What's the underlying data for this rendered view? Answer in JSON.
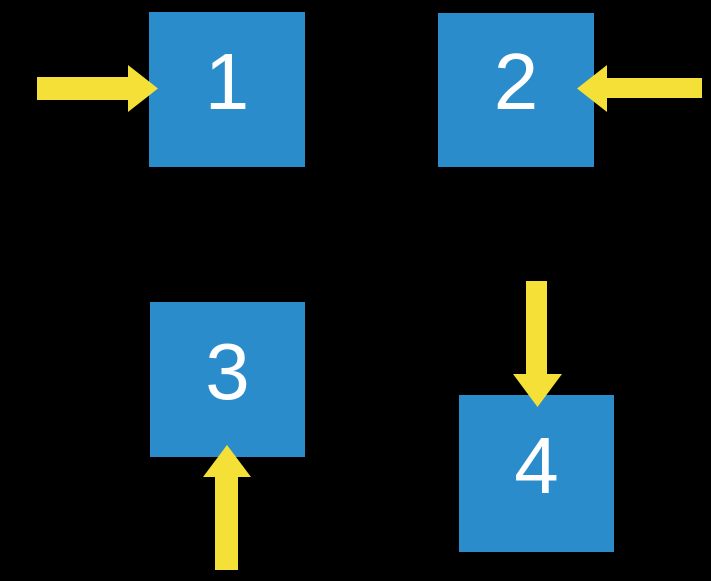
{
  "colors": {
    "background": "#000000",
    "square_fill": "#2B8CCB",
    "square_text": "#FFFFFF",
    "arrow_fill": "#F4E036"
  },
  "squares": [
    {
      "label": "1"
    },
    {
      "label": "2"
    },
    {
      "label": "3"
    },
    {
      "label": "4"
    }
  ],
  "arrows": [
    {
      "icon": "arrow-right-icon",
      "direction": "right",
      "points_to": "1"
    },
    {
      "icon": "arrow-left-icon",
      "direction": "left",
      "points_to": "2"
    },
    {
      "icon": "arrow-up-icon",
      "direction": "up",
      "points_to": "3"
    },
    {
      "icon": "arrow-down-icon",
      "direction": "down",
      "points_to": "4"
    }
  ]
}
